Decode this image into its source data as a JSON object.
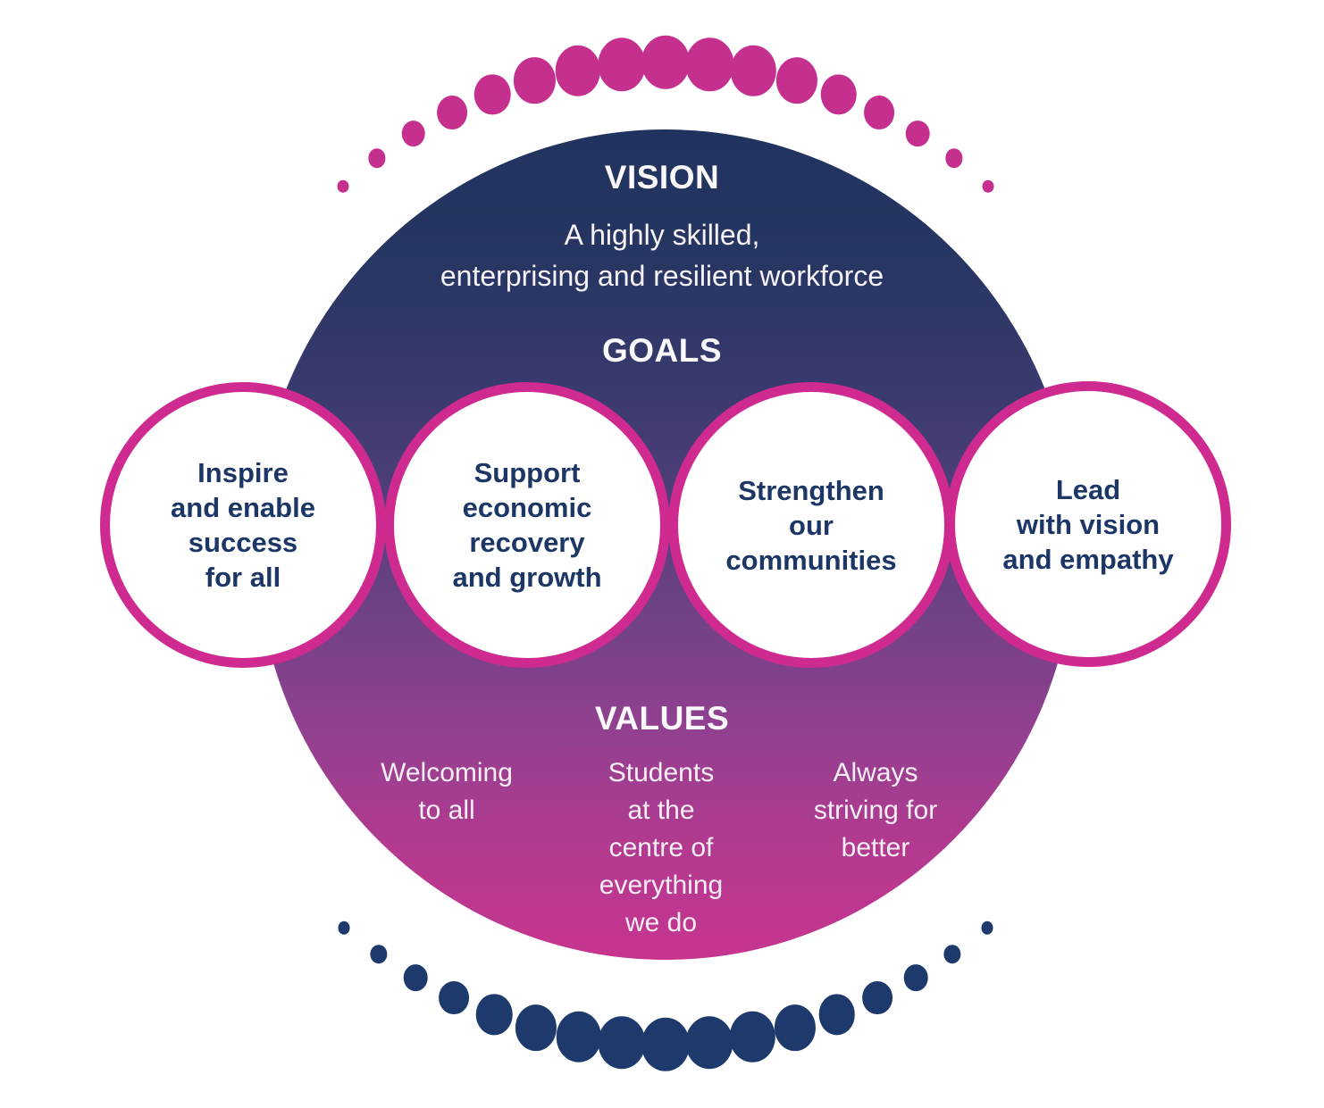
{
  "vision": {
    "heading": "VISION",
    "statement": "A highly skilled,\nenterprising and resilient workforce"
  },
  "goals": {
    "heading": "GOALS",
    "items": [
      {
        "label": "Inspire\nand enable\nsuccess\nfor all"
      },
      {
        "label": "Support\neconomic\nrecovery\nand growth"
      },
      {
        "label": "Strengthen\nour\ncommunities"
      },
      {
        "label": "Lead\nwith vision\nand empathy"
      }
    ]
  },
  "values": {
    "heading": "VALUES",
    "items": [
      {
        "label": "Welcoming\nto all"
      },
      {
        "label": "Students\nat the\ncentre of\neverything\nwe do"
      },
      {
        "label": "Always\nstriving for\nbetter"
      }
    ]
  },
  "colors": {
    "gradient_top_navy": "#20335E",
    "gradient_bottom_pink": "#C7348F",
    "goal_circle_border_pink": "#CF2A90",
    "goal_text_navy": "#1C3766",
    "heading_text": "#FAF8FB",
    "dot_pink": "#C5308F",
    "dot_navy": "#1E3A6C"
  },
  "dots": {
    "top": {
      "count": 17,
      "color": "#C5308F"
    },
    "bottom": {
      "count": 17,
      "color": "#1E3A6C"
    }
  }
}
